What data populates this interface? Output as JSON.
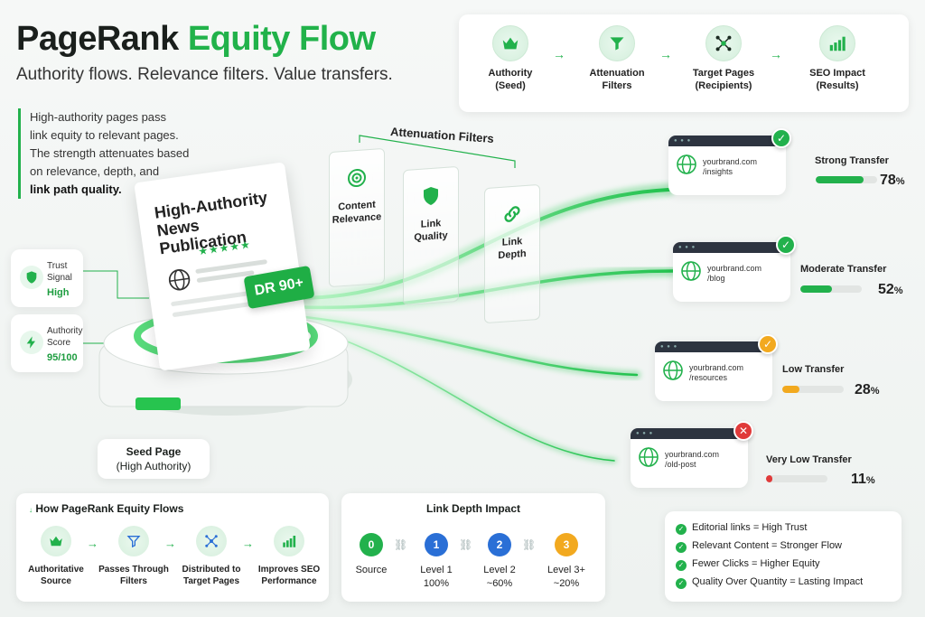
{
  "header": {
    "title_part1": "PageRank",
    "title_part2": "Equity Flow",
    "subtitle": "Authority flows. Relevance filters. Value transfers."
  },
  "intro": {
    "line1": "High-authority pages pass",
    "line2": "link equity to relevant pages.",
    "line3": "The strength attenuates based",
    "line4": "on relevance, depth, and",
    "line5_bold": "link path quality."
  },
  "top_legend": [
    {
      "l1": "Authority",
      "l2": "(Seed)",
      "icon": "crown-icon"
    },
    {
      "l1": "Attenuation",
      "l2": "Filters",
      "icon": "funnel-icon"
    },
    {
      "l1": "Target Pages",
      "l2": "(Recipients)",
      "icon": "network-icon"
    },
    {
      "l1": "SEO Impact",
      "l2": "(Results)",
      "icon": "bar-chart-icon"
    }
  ],
  "badges": {
    "trust": {
      "l1": "Trust",
      "l2": "Signal",
      "value": "High"
    },
    "authority": {
      "l1": "Authority",
      "l2": "Score",
      "value": "95/100"
    }
  },
  "seed": {
    "doc_title_1": "High-Authority",
    "doc_title_2": "News Publication",
    "stars": "★★★★★",
    "dr": "DR 90+",
    "label_1": "Seed Page",
    "label_2": "(High Authority)"
  },
  "filters": {
    "title": "Attenuation Filters",
    "items": [
      {
        "l1": "Content",
        "l2": "Relevance",
        "icon": "target-icon"
      },
      {
        "l1": "Link",
        "l2": "Quality",
        "icon": "shield-icon"
      },
      {
        "l1": "Link",
        "l2": "Depth",
        "icon": "link-icon"
      }
    ]
  },
  "targets": [
    {
      "url1": "yourbrand.com",
      "url2": "/insights",
      "label": "Strong Transfer",
      "pct": 78,
      "pct_text": "78",
      "status": "check",
      "color": "#22b14c"
    },
    {
      "url1": "yourbrand.com",
      "url2": "/blog",
      "label": "Moderate Transfer",
      "pct": 52,
      "pct_text": "52",
      "status": "check",
      "color": "#22b14c"
    },
    {
      "url1": "yourbrand.com",
      "url2": "/resources",
      "label": "Low Transfer",
      "pct": 28,
      "pct_text": "28",
      "status": "check",
      "color": "#f2a91f"
    },
    {
      "url1": "yourbrand.com",
      "url2": "/old-post",
      "label": "Very Low Transfer",
      "pct": 11,
      "pct_text": "11",
      "status": "cross",
      "color": "#e03a3a"
    }
  ],
  "how": {
    "title": "How PageRank Equity Flows",
    "steps": [
      {
        "l1": "Authoritative",
        "l2": "Source"
      },
      {
        "l1": "Passes Through",
        "l2": "Filters"
      },
      {
        "l1": "Distributed to",
        "l2": "Target Pages"
      },
      {
        "l1": "Improves SEO",
        "l2": "Performance"
      }
    ]
  },
  "depth": {
    "title": "Link Depth Impact",
    "nodes": [
      {
        "num": "0",
        "l1": "Source",
        "l2": "",
        "color": "#22b14c"
      },
      {
        "num": "1",
        "l1": "Level 1",
        "l2": "100%",
        "color": "#2a6fd6"
      },
      {
        "num": "2",
        "l1": "Level 2",
        "l2": "~60%",
        "color": "#2a6fd6"
      },
      {
        "num": "3",
        "l1": "Level 3+",
        "l2": "~20%",
        "color": "#f2a91f"
      }
    ]
  },
  "tips": [
    "Editorial links = High Trust",
    "Relevant Content = Stronger Flow",
    "Fewer Clicks = Higher Equity",
    "Quality Over Quantity = Lasting Impact"
  ],
  "percent_sign": "%"
}
